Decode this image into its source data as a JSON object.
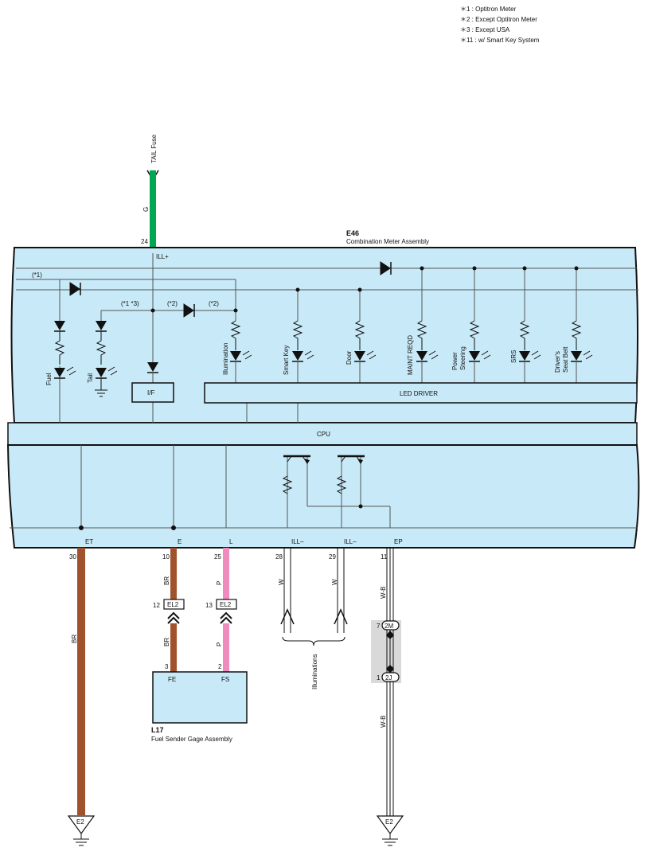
{
  "legend": [
    "＊1 : Optitron Meter",
    "＊2 : Except Optitron Meter",
    "＊3 : Except USA",
    "＊11 : w/ Smart Key System"
  ],
  "meter": {
    "code": "E46",
    "name": "Combination Meter Assembly",
    "cpu": "CPU",
    "led_driver": "LED DRIVER",
    "if_box": "I/F"
  },
  "fuse": {
    "label": "TAIL Fuse",
    "wire_color": "G",
    "pin": "24",
    "terminal": "ILL+"
  },
  "conditions": {
    "c1": "(*1)",
    "c13": "(*1 *3)",
    "c2a": "(*2)",
    "c2b": "(*2)"
  },
  "lamps": {
    "fuel": "Fuel",
    "tail": "Tail",
    "illumination": "Illumination",
    "smart_key": "Smart Key",
    "door": "Door",
    "maint": "MAINT REQD",
    "ps_1": "Power",
    "ps_2": "Steering",
    "srs": "SRS",
    "belt_1": "Driver's",
    "belt_2": "Seat Belt"
  },
  "terminals": [
    {
      "pin": "30",
      "name": "ET"
    },
    {
      "pin": "10",
      "name": "E"
    },
    {
      "pin": "25",
      "name": "L"
    },
    {
      "pin": "28",
      "name": "ILL–"
    },
    {
      "pin": "29",
      "name": "ILL–"
    },
    {
      "pin": "11",
      "name": "EP"
    }
  ],
  "wires": {
    "br": "BR",
    "p": "P",
    "w": "W",
    "wb": "W-B"
  },
  "connectors": {
    "el2_a_pin": "12",
    "el2_b_pin": "13",
    "el2": "EL2",
    "m2_pin": "7",
    "m2": "2M",
    "j2_pin": "1",
    "j2": "2J"
  },
  "sender": {
    "code": "L17",
    "name": "Fuel Sender Gage Assembly",
    "pin_fe": "3",
    "pin_fs": "2",
    "fe": "FE",
    "fs": "FS"
  },
  "illuminations": "Illuminations",
  "grounds": {
    "left": "E2",
    "right": "E2"
  },
  "colors": {
    "panel": "#c8e9f7",
    "wire_green": "#00a651",
    "wire_brown": "#a0522d",
    "wire_pink": "#f08bbd",
    "connector_panel": "#d9d9d9"
  }
}
